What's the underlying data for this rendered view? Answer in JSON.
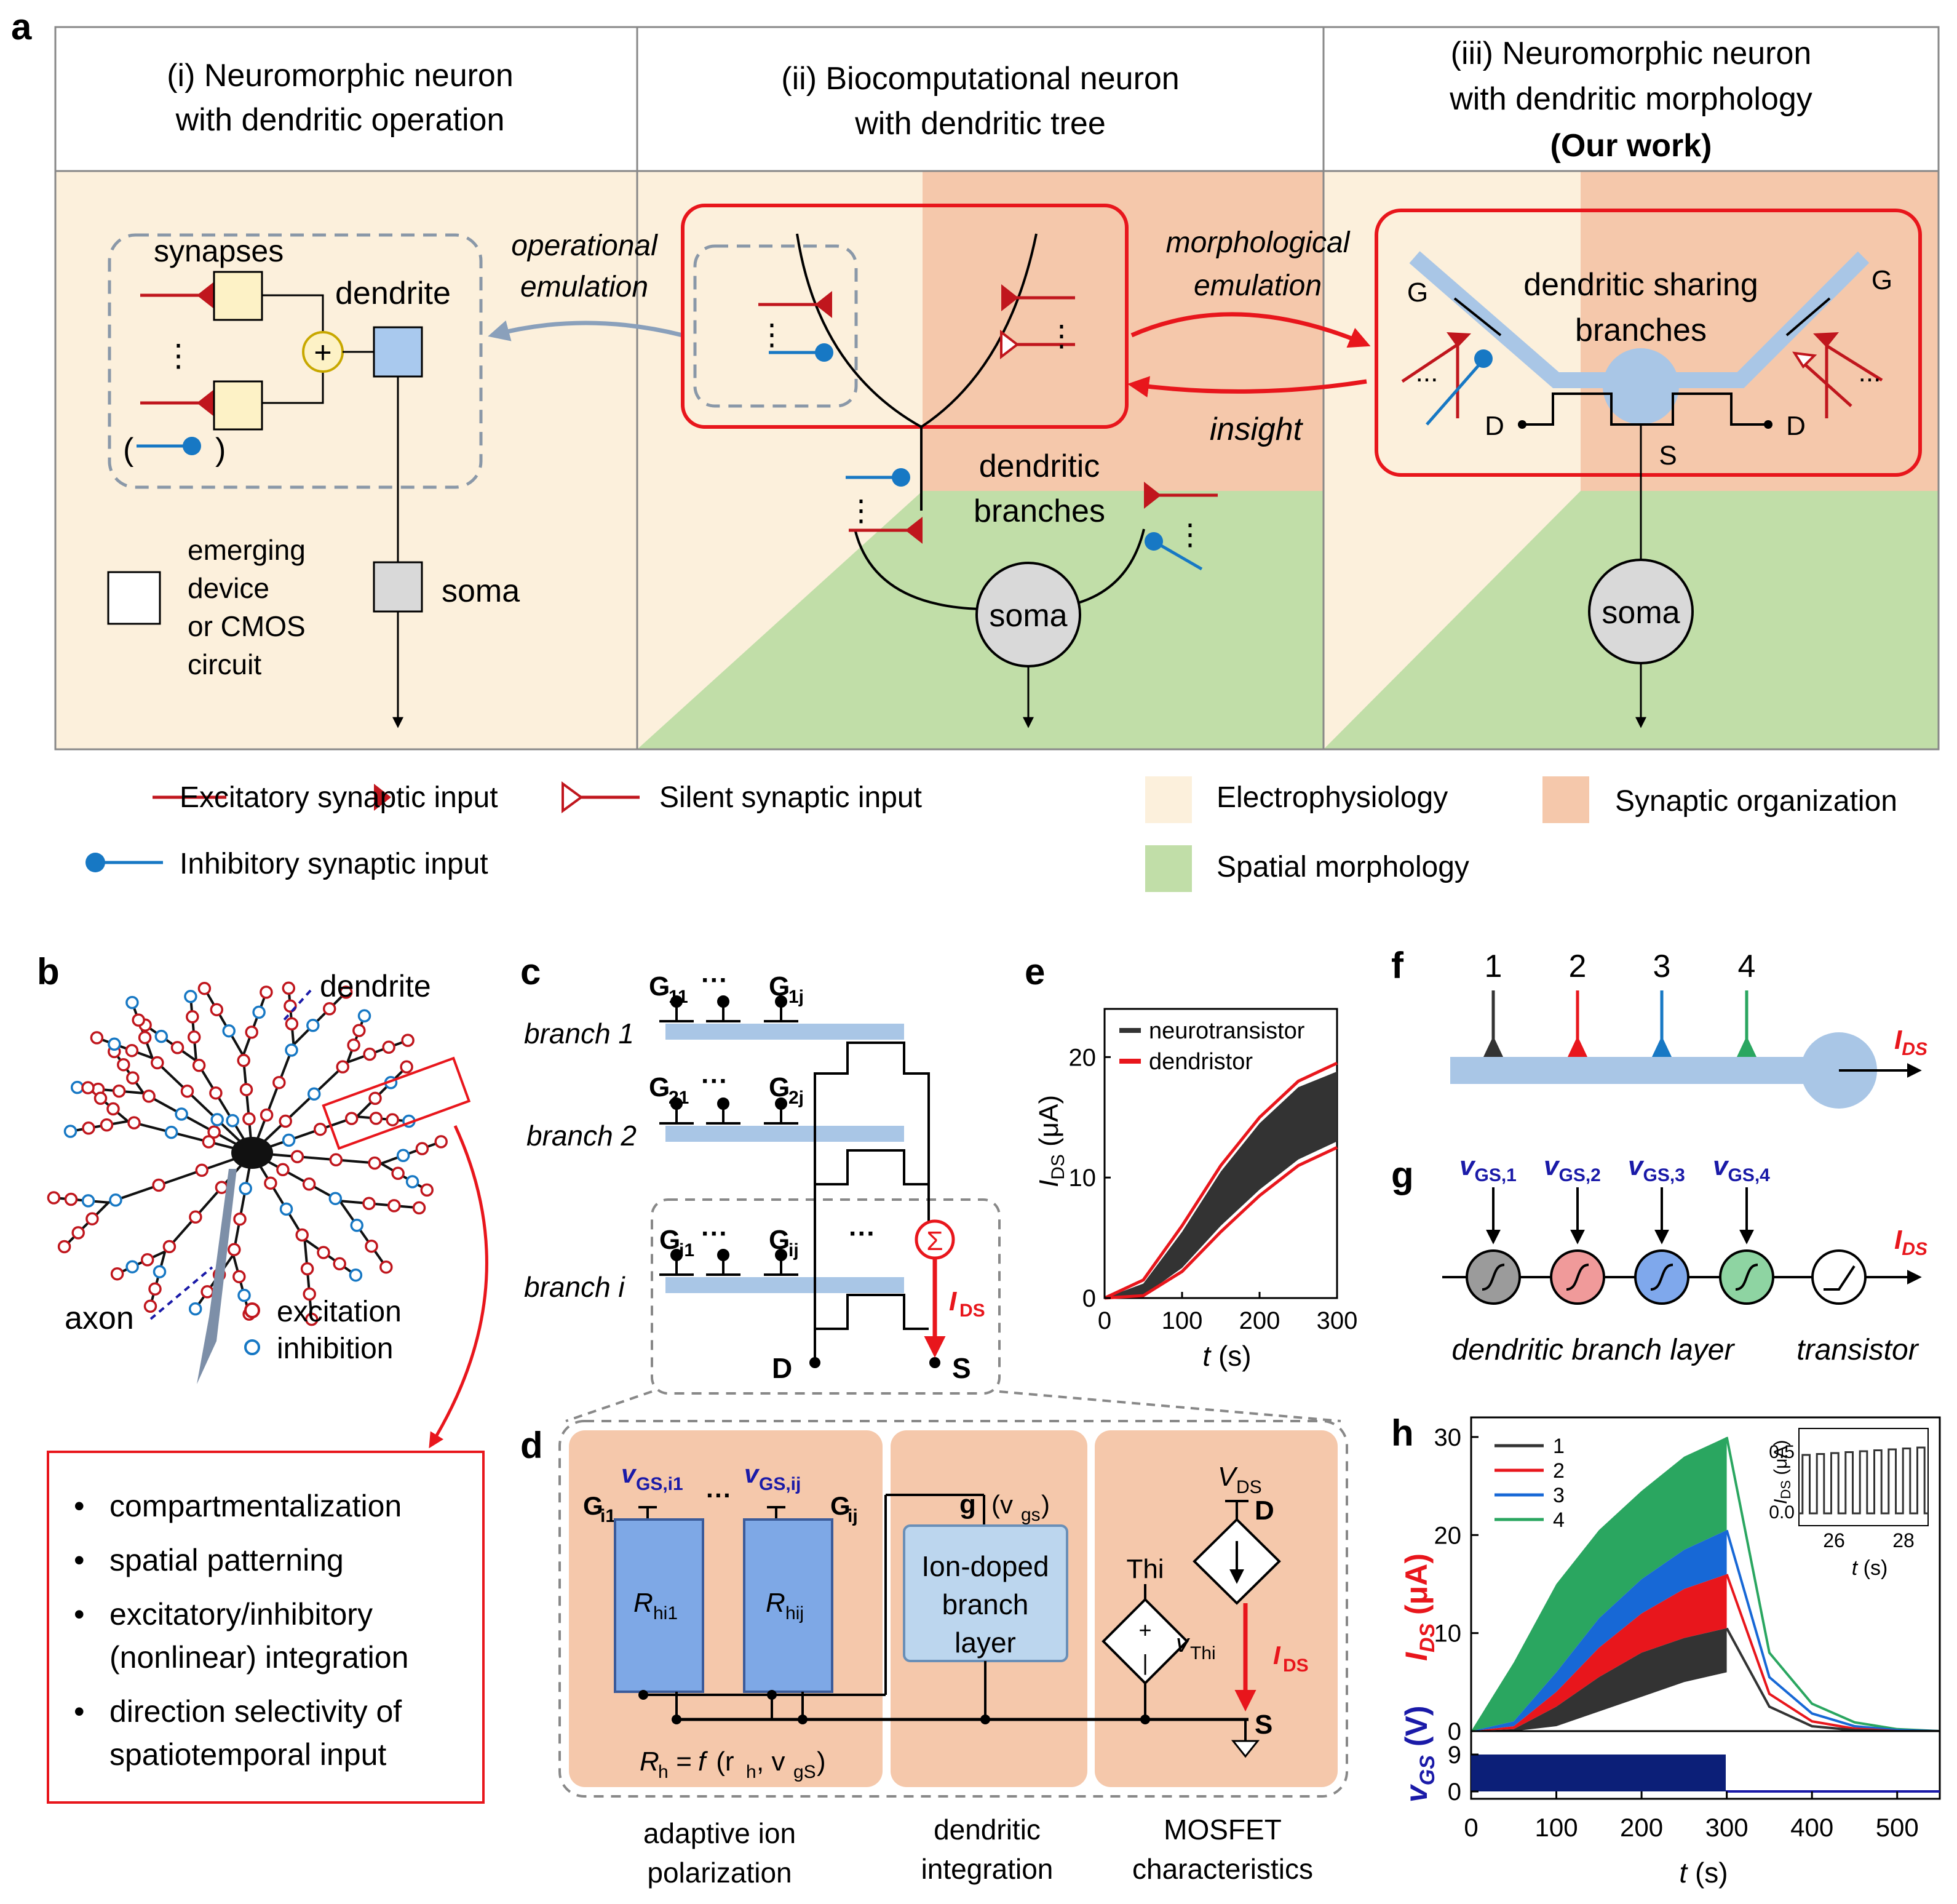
{
  "colors": {
    "electro": "#fcf0dc",
    "synaptic": "#f5c8ab",
    "spatial": "#c1dea8",
    "excitatory": "#c0161d",
    "inhibitory": "#1778c4",
    "branch": "#a9c6e6",
    "gate_blue": "#1a1aa8",
    "soma_gray": "#d9d9d9"
  },
  "panel_a": {
    "label": "a",
    "col1_title": [
      "(i) Neuromorphic neuron",
      "with dendritic operation"
    ],
    "col2_title": [
      "(ii) Biocomputational neuron",
      "with dendritic tree"
    ],
    "col3_title": [
      "(iii) Neuromorphic neuron",
      "with dendritic morphology",
      "(Our work)"
    ],
    "synapses": "synapses",
    "dendrite": "dendrite",
    "soma": "soma",
    "emerging": [
      "emerging",
      "device",
      "or CMOS",
      "circuit"
    ],
    "operational": [
      "operational",
      "emulation"
    ],
    "morphological": [
      "morphological",
      "emulation"
    ],
    "insight": "insight",
    "dendritic_branches": [
      "dendritic",
      "branches"
    ],
    "sharing": [
      "dendritic sharing",
      "branches"
    ],
    "G": "G",
    "D": "D",
    "S": "S",
    "ellipsis": "...",
    "vdots": "⋮",
    "paren_open": "(",
    "paren_close": ")"
  },
  "legend": {
    "excitatory": "Excitatory synaptic input",
    "silent": "Silent synaptic input",
    "inhibitory": "Inhibitory synaptic input",
    "electro": "Electrophysiology",
    "synaptic": "Synaptic organization",
    "spatial": "Spatial morphology"
  },
  "panel_b": {
    "label": "b",
    "dendrite": "dendrite",
    "axon": "axon",
    "excitation": "excitation",
    "inhibition": "inhibition",
    "bullets": [
      "compartmentalization",
      "spatial patterning",
      "excitatory/inhibitory",
      "(nonlinear) integration",
      "direction selectivity of",
      "spatiotemporal input"
    ]
  },
  "panel_c": {
    "label": "c",
    "branch1": "branch 1",
    "branch2": "branch 2",
    "branchi": "branch i",
    "G11": "G",
    "G11s": "11",
    "G1j": "G",
    "G1js": "1j",
    "G21": "G",
    "G21s": "21",
    "G2j": "G",
    "G2js": "2j",
    "Gi1": "G",
    "Gi1s": "i1",
    "Gij": "G",
    "Gijs": "ij",
    "dots": "···",
    "sigma": "Σ",
    "IDS": "I",
    "IDSs": "DS",
    "D": "D",
    "S": "S"
  },
  "panel_d": {
    "label": "d",
    "vgs_i1": "v",
    "vgs_i1s": "GS,i1",
    "vgs_ij": "v",
    "vgs_ijs": "GS,ij",
    "Gi1": "G",
    "Gi1s": "i1",
    "Gij": "G",
    "Gijs": "ij",
    "dots": "···",
    "Rhi1": "R",
    "Rhi1s": "hi1",
    "Rhij": "R",
    "Rhijs": "hij",
    "g_vgs": "g",
    "g_vgs2": "(v",
    "g_vgs3": "gs",
    "g_vgs4": ")",
    "ion": [
      "Ion-doped",
      "branch",
      "layer"
    ],
    "Thi": "Thi",
    "VDS": "V",
    "VDSs": "DS",
    "D": "D",
    "S": "S",
    "vThi": "v",
    "vThis": "Thi",
    "IDS": "I",
    "IDSs": "DS",
    "Rh_formula_1": "R",
    "Rh_formula_1s": "h",
    "Rh_formula_2": " = ",
    "Rh_formula_3": "f",
    "Rh_formula_4": " (r",
    "Rh_formula_5": "h",
    "Rh_formula_6": ", v",
    "Rh_formula_7": "gS",
    "Rh_formula_8": ")",
    "cap1": [
      "adaptive ion",
      "polarization"
    ],
    "cap2": [
      "dendritic",
      "integration"
    ],
    "cap3": [
      "MOSFET",
      "characteristics"
    ]
  },
  "panel_e": {
    "label": "e",
    "legend": [
      "neurotransistor",
      "dendristor"
    ],
    "ylabel_main": "I",
    "ylabel_sub": "DS",
    "ylabel_unit": " (μA)",
    "xlabel_main": "t",
    "xlabel_unit": " (s)",
    "xticks": [
      "0",
      "100",
      "200",
      "300"
    ],
    "yticks": [
      "0",
      "10",
      "20"
    ]
  },
  "panel_f": {
    "label": "f",
    "inputs": [
      "1",
      "2",
      "3",
      "4"
    ],
    "IDS": "I",
    "IDSs": "DS"
  },
  "panel_g": {
    "label": "g",
    "inputs": [
      {
        "v": "v",
        "s": "GS,1"
      },
      {
        "v": "v",
        "s": "GS,2"
      },
      {
        "v": "v",
        "s": "GS,3"
      },
      {
        "v": "v",
        "s": "GS,4"
      }
    ],
    "IDS": "I",
    "IDSs": "DS",
    "layer": "dendritic branch layer",
    "transistor": "transistor"
  },
  "panel_h": {
    "label": "h",
    "legend": [
      "1",
      "2",
      "3",
      "4"
    ],
    "ylabel_main": "I",
    "ylabel_sub": "DS",
    "ylabel_unit": " (μA)",
    "vlabel_main": "v",
    "vlabel_sub": "GS",
    "vlabel_unit": " (V)",
    "xlabel_main": "t",
    "xlabel_unit": " (s)",
    "xticks": [
      "0",
      "100",
      "200",
      "300",
      "400",
      "500"
    ],
    "yticks": [
      "0",
      "10",
      "20",
      "30"
    ],
    "vticks": [
      "0",
      "9"
    ],
    "inset_ylabel": "I",
    "inset_ylabel_sub": "DS",
    "inset_ylabel_unit": " (μA)",
    "inset_xlabel": "t",
    "inset_xlabel_unit": " (s)",
    "inset_xticks": [
      "26",
      "28"
    ],
    "inset_yticks": [
      "0.0",
      "0.5"
    ]
  },
  "chart_data": [
    {
      "type": "area",
      "title": "",
      "xlabel": "t (s)",
      "ylabel": "IDS (μA)",
      "xlim": [
        0,
        300
      ],
      "ylim": [
        0,
        24
      ],
      "series": [
        {
          "name": "neurotransistor",
          "x": [
            0,
            50,
            100,
            150,
            200,
            250,
            300
          ],
          "lower": [
            0,
            0.2,
            2.5,
            6,
            9,
            11.5,
            13
          ],
          "upper": [
            0,
            1.2,
            5.5,
            10.5,
            14.5,
            17.5,
            18.8
          ]
        },
        {
          "name": "dendristor",
          "x": [
            0,
            50,
            100,
            150,
            200,
            250,
            300
          ],
          "lower": [
            0,
            0.2,
            2.2,
            5.5,
            8.5,
            11,
            12.5
          ],
          "upper": [
            0,
            1.5,
            6,
            11,
            15,
            18,
            19.5
          ]
        }
      ]
    },
    {
      "type": "area",
      "title": "",
      "xlabel": "t (s)",
      "ylabel": "IDS (μA)",
      "xlim": [
        0,
        550
      ],
      "ylim": [
        0,
        32
      ],
      "series": [
        {
          "name": "1",
          "x": [
            0,
            50,
            100,
            150,
            200,
            250,
            300,
            350,
            400,
            450,
            500,
            550
          ],
          "lower": [
            0,
            0,
            0.5,
            2,
            3.5,
            5,
            6,
            1.5,
            0.3,
            0.05,
            0,
            0
          ],
          "upper": [
            0,
            0.2,
            2.5,
            5.5,
            8,
            9.5,
            10.5,
            2.5,
            0.5,
            0.1,
            0,
            0
          ]
        },
        {
          "name": "2",
          "x": [
            0,
            50,
            100,
            150,
            200,
            250,
            300,
            350,
            400,
            450,
            500,
            550
          ],
          "lower": [
            0,
            0.2,
            2.5,
            5.5,
            8,
            9.5,
            10.5,
            3,
            0.8,
            0.2,
            0,
            0
          ],
          "upper": [
            0,
            0.5,
            4,
            8.5,
            12,
            14.5,
            16,
            3.8,
            1,
            0.25,
            0,
            0
          ]
        },
        {
          "name": "3",
          "x": [
            0,
            50,
            100,
            150,
            200,
            250,
            300,
            350,
            400,
            450,
            500,
            550
          ],
          "lower": [
            0,
            0.5,
            4,
            8.5,
            12,
            14.5,
            16,
            4.5,
            1.4,
            0.4,
            0.1,
            0
          ],
          "upper": [
            0,
            1,
            6,
            11.5,
            15.5,
            18.5,
            20.5,
            5.5,
            1.8,
            0.5,
            0.1,
            0
          ]
        },
        {
          "name": "4",
          "x": [
            0,
            50,
            100,
            150,
            200,
            250,
            300,
            350,
            400,
            450,
            500,
            550
          ],
          "lower": [
            0,
            1,
            6,
            11.5,
            15.5,
            18.5,
            20.5,
            6.5,
            2.2,
            0.7,
            0.15,
            0
          ],
          "upper": [
            0,
            7,
            15,
            20.5,
            24.5,
            28,
            30,
            8,
            2.8,
            0.9,
            0.2,
            0
          ]
        }
      ]
    },
    {
      "type": "bar",
      "xlabel": "t (s)",
      "ylabel": "vGS (V)",
      "x": [
        0,
        300
      ],
      "values": [
        9
      ],
      "note": "pulse train 0–300 s"
    }
  ]
}
